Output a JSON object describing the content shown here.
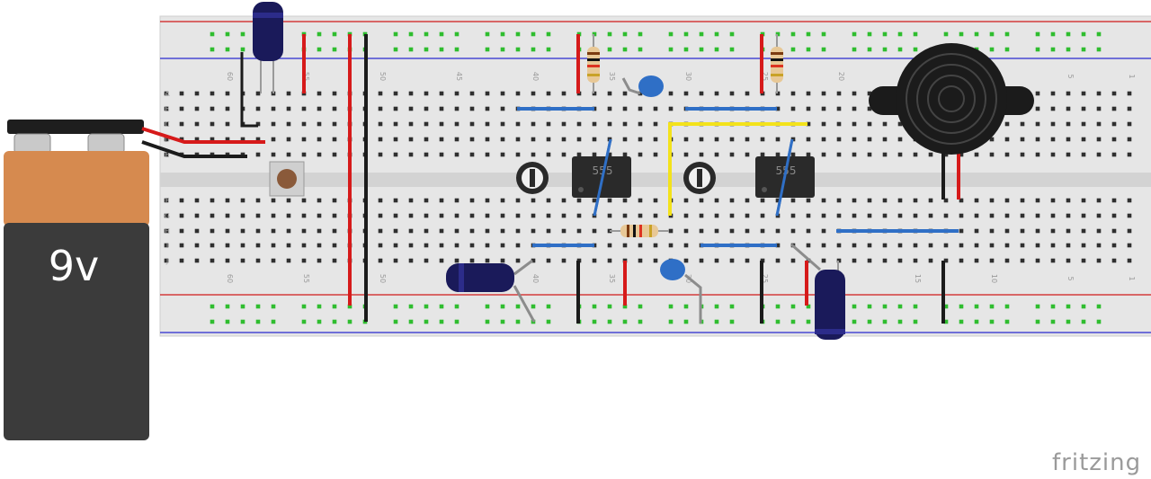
{
  "battery": {
    "label": "9v",
    "color_top": "#d68a4f",
    "color_body": "#3b3b3b"
  },
  "breadboard": {
    "row_letters_top": [
      "A",
      "B",
      "C",
      "D",
      "E"
    ],
    "row_letters_bottom": [
      "F",
      "G",
      "H",
      "I",
      "J"
    ],
    "column_labels": [
      "60",
      "55",
      "50",
      "45",
      "40",
      "35",
      "30",
      "25",
      "20",
      "15",
      "10",
      "5",
      "1"
    ],
    "rail_red": "#d01919",
    "rail_blue": "#2a2ad0",
    "hole_color": "#2f2f2f",
    "active_hole_color": "#2fbd2f"
  },
  "chips": [
    {
      "label": "555"
    },
    {
      "label": "555"
    }
  ],
  "wire_colors": {
    "red": "#d61a1a",
    "black": "#1b1b1b",
    "blue": "#2f6fc6",
    "yellow": "#f3e21b",
    "gray": "#8c8c8c"
  },
  "brand": "fritzing"
}
